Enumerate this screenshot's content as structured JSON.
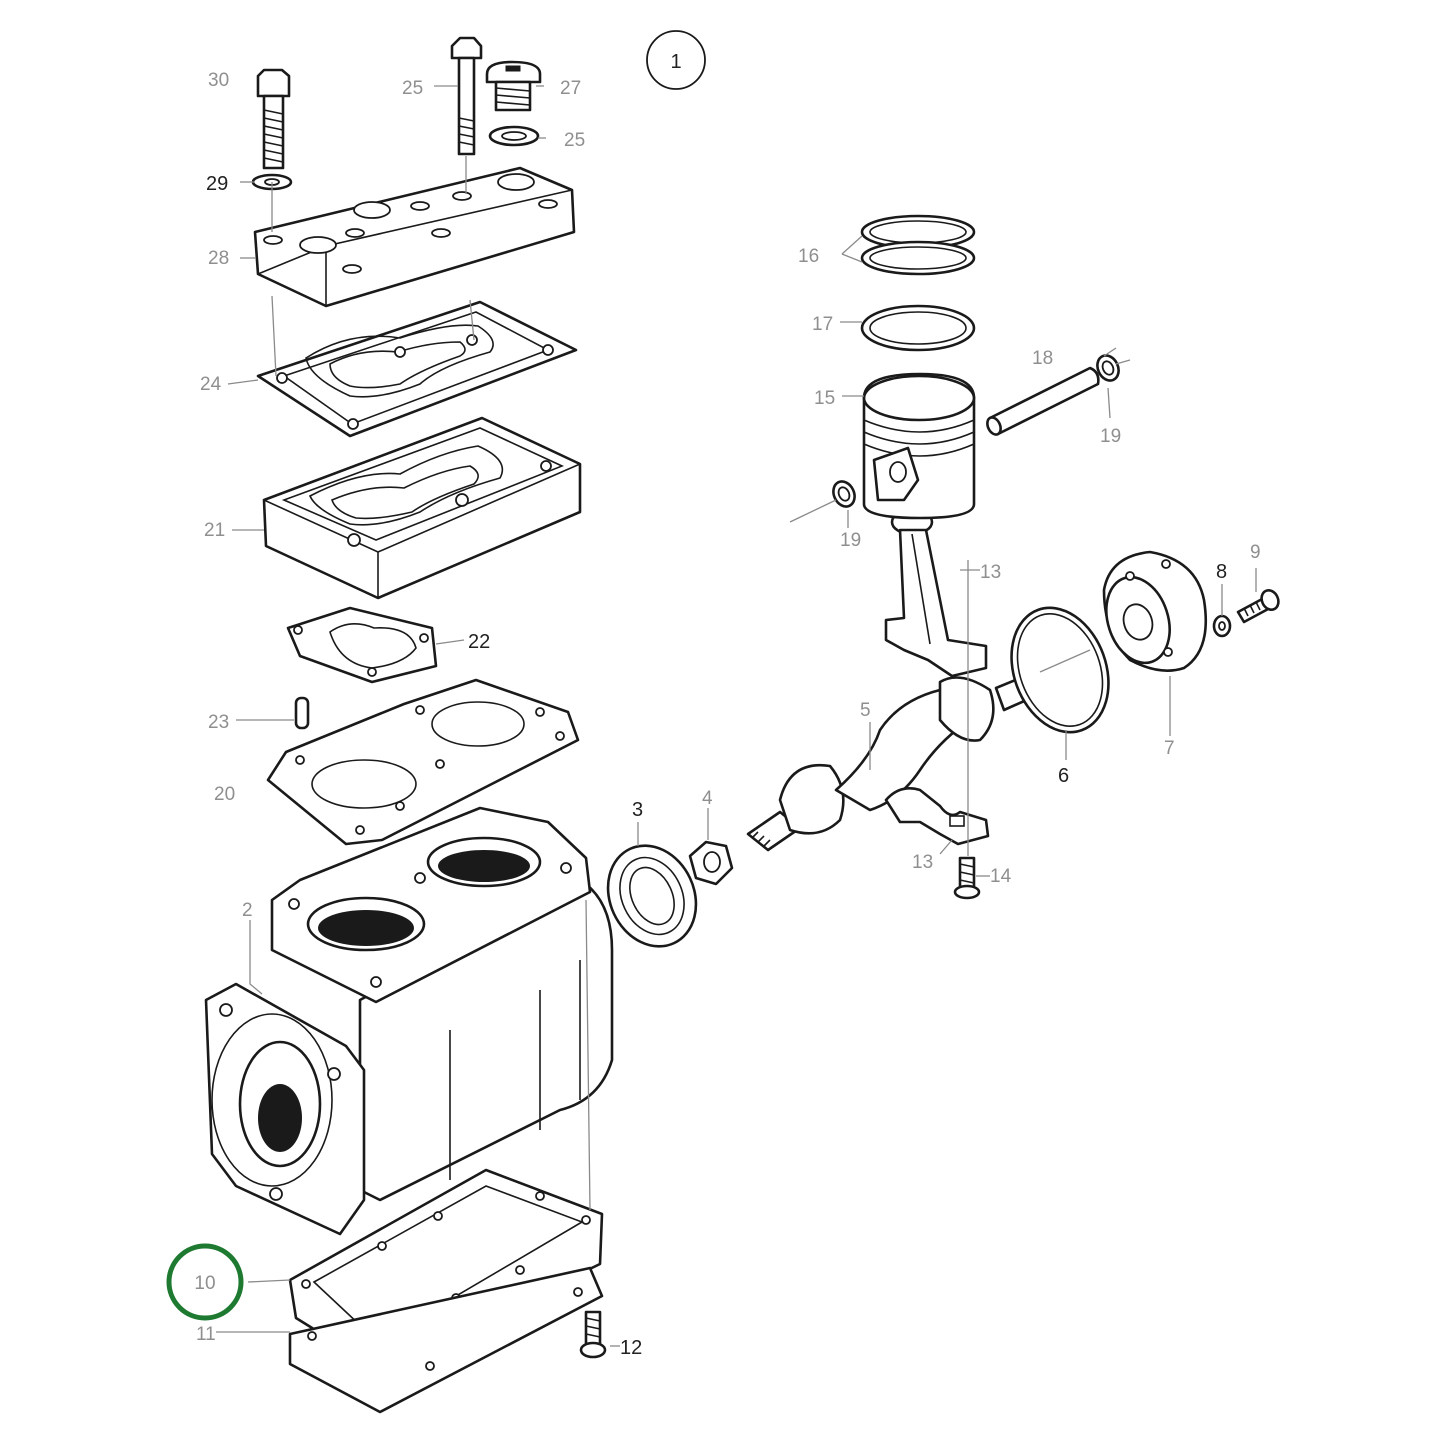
{
  "diagram": {
    "sheet_number": "1",
    "highlight_color": "#1e7a30",
    "labels": {
      "p2": "2",
      "p3": "3",
      "p4": "4",
      "p5": "5",
      "p6": "6",
      "p7": "7",
      "p8": "8",
      "p9": "9",
      "p10": "10",
      "p11": "11",
      "p12": "12",
      "p13a": "13",
      "p13b": "13",
      "p14": "14",
      "p15": "15",
      "p16": "16",
      "p17": "17",
      "p18": "18",
      "p19a": "19",
      "p19b": "19",
      "p20": "20",
      "p21": "21",
      "p22": "22",
      "p23": "23",
      "p24": "24",
      "p25a": "25",
      "p25b": "25",
      "p27": "27",
      "p28": "28",
      "p29": "29",
      "p30": "30"
    },
    "highlighted_part": "10"
  }
}
